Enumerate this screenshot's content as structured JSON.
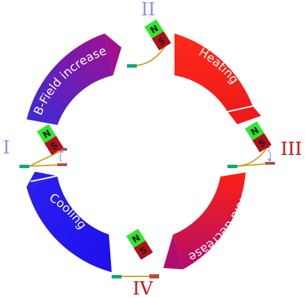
{
  "stages": [
    {
      "numeral": "I",
      "color": "#8d8ff0"
    },
    {
      "numeral": "II",
      "color": "#8d8ff0"
    },
    {
      "numeral": "III",
      "color": "#cc1111"
    },
    {
      "numeral": "IV",
      "color": "#cc1111"
    }
  ],
  "arrows": [
    {
      "label": "B-Field increase",
      "color_start": "#3b2bd8",
      "color_end": "#a0108f"
    },
    {
      "label": "Heating",
      "color_start": "#ff2a1a",
      "color_end": "#ee1a1a"
    },
    {
      "label": "B-Field decrease",
      "color_start": "#ff2010",
      "color_end": "#b10d6e"
    },
    {
      "label": "Cooling",
      "color_start": "#2a1ff0",
      "color_end": "#1f10ee"
    }
  ],
  "magnet": {
    "north_label": "N",
    "south_label": "S",
    "north_color": "#2ee82e",
    "south_color": "#b0101a"
  },
  "colors": {
    "clamp": "#12a57a",
    "beam": "#c8a52a",
    "sample": "#c0473a",
    "arc_arrow": "#8d8ff0"
  }
}
